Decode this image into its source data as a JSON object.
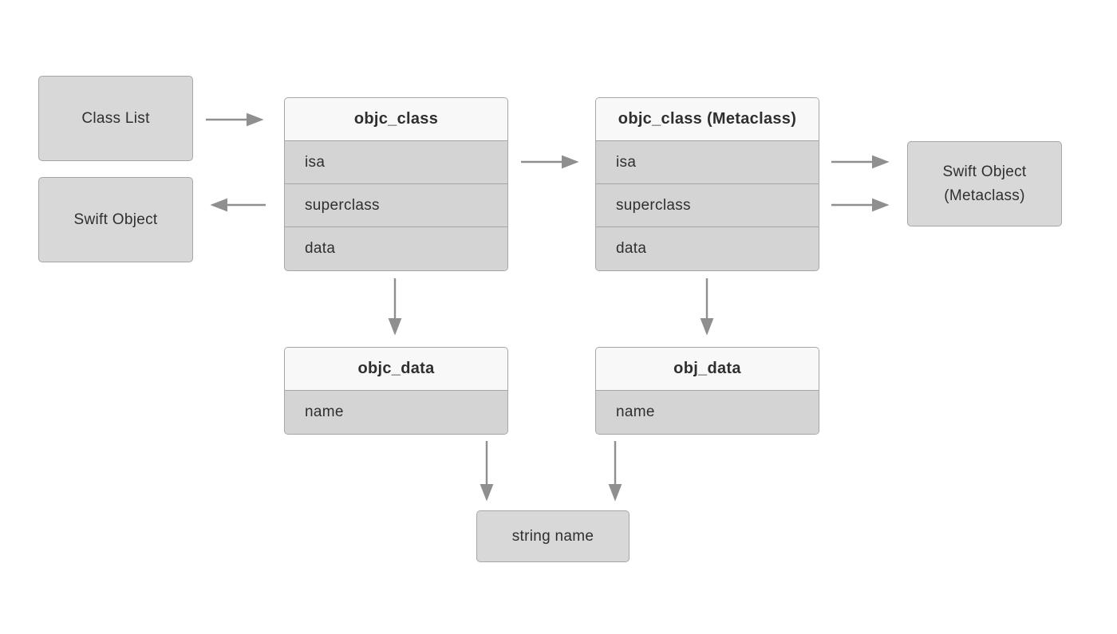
{
  "diagram": {
    "boxes": {
      "class_list": {
        "label": "Class List"
      },
      "swift_object": {
        "label": "Swift Object"
      },
      "swift_object_metaclass": {
        "label": "Swift Object\n(Metaclass)"
      },
      "string_name": {
        "label": "string name"
      }
    },
    "tables": {
      "objc_class": {
        "title": "objc_class",
        "rows": [
          "isa",
          "superclass",
          "data"
        ]
      },
      "objc_class_metaclass": {
        "title": "objc_class (Metaclass)",
        "rows": [
          "isa",
          "superclass",
          "data"
        ]
      },
      "objc_data": {
        "title": "objc_data",
        "rows": [
          "name"
        ]
      },
      "obj_data": {
        "title": "obj_data",
        "rows": [
          "name"
        ]
      }
    },
    "edges": [
      {
        "from": "Class List",
        "to": "objc_class"
      },
      {
        "from": "objc_class.superclass",
        "to": "Swift Object"
      },
      {
        "from": "objc_class.isa",
        "to": "objc_class (Metaclass)"
      },
      {
        "from": "objc_class (Metaclass).isa",
        "to": "Swift Object (Metaclass)"
      },
      {
        "from": "objc_class (Metaclass).superclass",
        "to": "Swift Object (Metaclass)"
      },
      {
        "from": "objc_class.data",
        "to": "objc_data"
      },
      {
        "from": "objc_class (Metaclass).data",
        "to": "obj_data"
      },
      {
        "from": "objc_data.name",
        "to": "string name"
      },
      {
        "from": "obj_data.name",
        "to": "string name"
      }
    ],
    "colors": {
      "background": "#ffffff",
      "box_fill": "#d8d8d8",
      "row_fill": "#d4d4d4",
      "header_fill": "#f8f8f8",
      "border": "#a6a6a6",
      "arrow": "#8f8f8f",
      "text": "#2f2f2f"
    }
  }
}
